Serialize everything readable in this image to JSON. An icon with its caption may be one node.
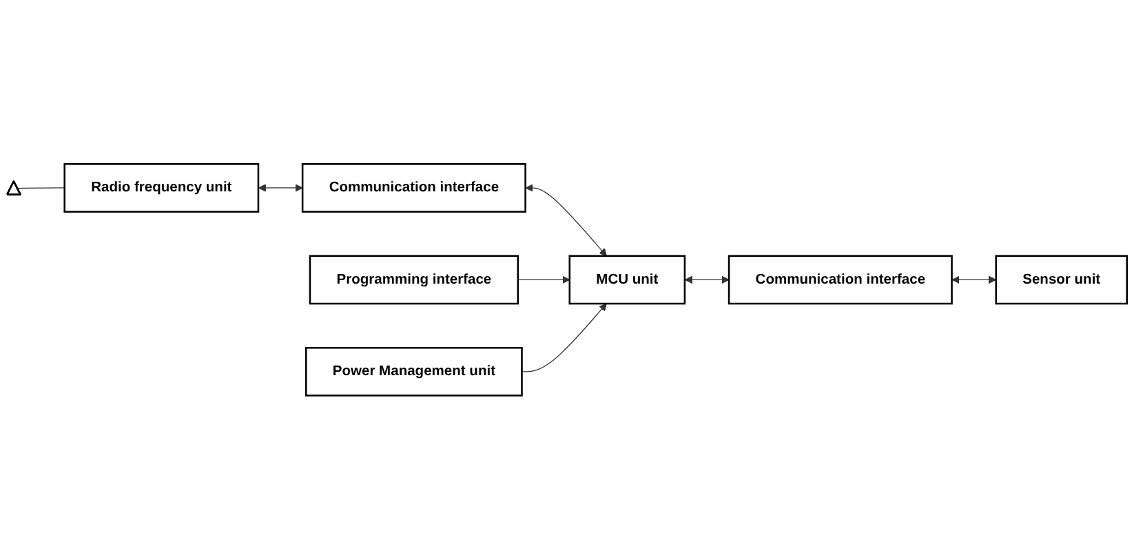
{
  "diagram": {
    "nodes": [
      {
        "text": [],
        "shape": "antenna"
      },
      {
        "text": [
          "Radio frequency unit"
        ]
      },
      {
        "text": [
          "Communication interface"
        ]
      },
      {
        "text": [
          "Programming interface"
        ]
      },
      {
        "text": [
          "MCU unit"
        ]
      },
      {
        "text": [
          "Power Management unit"
        ]
      },
      {
        "text": [
          "Communication interface"
        ]
      },
      {
        "text": [
          "Sensor unit"
        ]
      }
    ],
    "edges": [
      {
        "from": 0,
        "to": 1,
        "arrow": "none"
      },
      {
        "from": 1,
        "to": 2,
        "arrow": "both"
      },
      {
        "from": 2,
        "to": 4,
        "arrow": "both"
      },
      {
        "from": 3,
        "to": 4,
        "arrow": "to"
      },
      {
        "from": 5,
        "to": 4,
        "arrow": "to"
      },
      {
        "from": 4,
        "to": 6,
        "arrow": "both"
      },
      {
        "from": 6,
        "to": 7,
        "arrow": "both"
      }
    ]
  }
}
